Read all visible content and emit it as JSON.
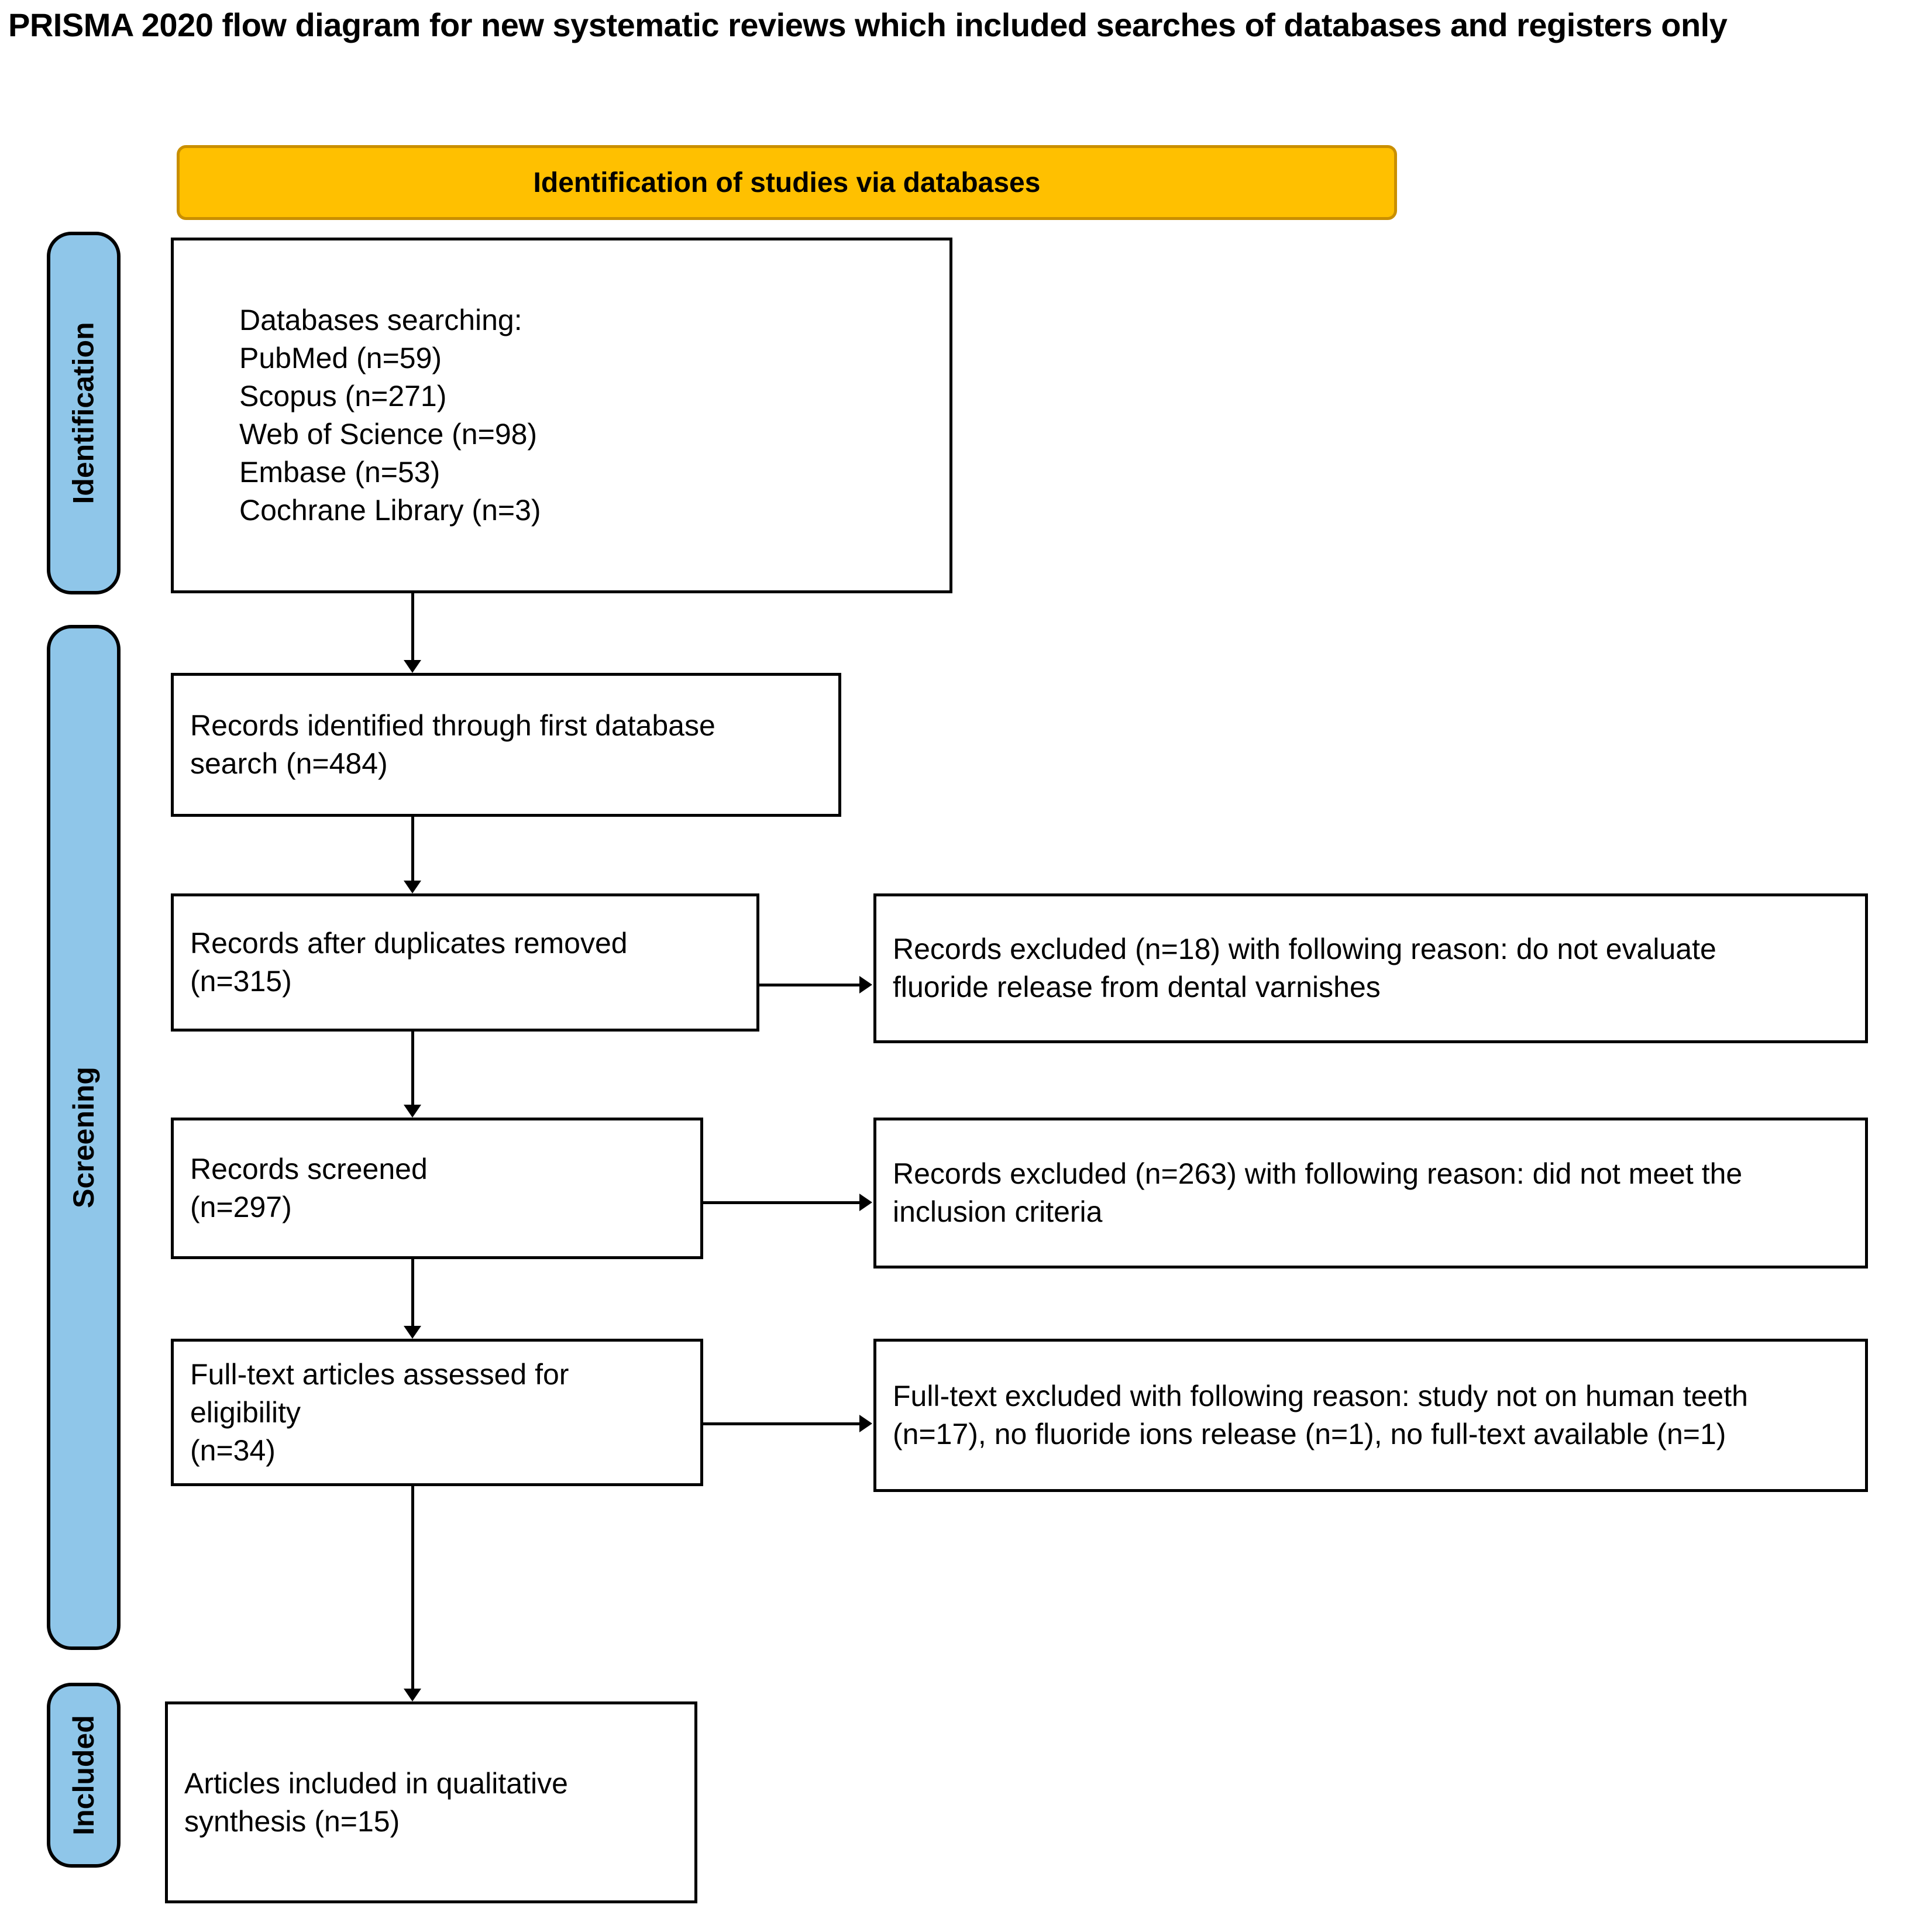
{
  "title": "PRISMA 2020 flow diagram for new systematic reviews which included searches of databases and registers only",
  "banner": {
    "label": "Identification of studies via databases",
    "fill_color": "#FFC000",
    "border_color": "#C98F00"
  },
  "stages": {
    "identification": {
      "label": "Identification"
    },
    "screening": {
      "label": "Screening"
    },
    "included": {
      "label": "Included"
    },
    "fill_color": "#8FC6E9"
  },
  "main_flow": {
    "databases": {
      "text": "Databases searching:\nPubMed (n=59)\nScopus (n=271)\nWeb of Science (n=98)\nEmbase (n=53)\nCochrane Library (n=3)"
    },
    "identified": {
      "text": "Records identified through first database\nsearch (n=484)"
    },
    "deduplicated": {
      "text": "Records after duplicates removed\n(n=315)"
    },
    "screened": {
      "text": "Records screened\n(n=297)"
    },
    "fulltext": {
      "text": "Full-text articles assessed for\neligibility\n(n=34)"
    },
    "included": {
      "text": "Articles included in qualitative\nsynthesis (n=15)"
    }
  },
  "exclusions": {
    "after_dedup": {
      "text": "Records excluded (n=18) with following reason: do not evaluate\nfluoride release from dental varnishes"
    },
    "after_screening": {
      "text": "Records excluded (n=263) with following reason: did not meet the\ninclusion criteria"
    },
    "after_fulltext": {
      "text": "Full-text excluded with following reason: study not on human teeth\n(n=17), no fluoride ions release (n=1), no full-text available (n=1)"
    }
  },
  "counts": {
    "pubmed": 59,
    "scopus": 271,
    "web_of_science": 98,
    "embase": 53,
    "cochrane_library": 3,
    "identified": 484,
    "after_duplicates_removed": 315,
    "screened": 297,
    "fulltext_assessed": 34,
    "included_qualitative": 15,
    "excluded_after_dedup": 18,
    "excluded_after_screening": 263,
    "fulltext_excluded_not_human_teeth": 17,
    "fulltext_excluded_no_fluoride_release": 1,
    "fulltext_excluded_no_fulltext": 1
  }
}
